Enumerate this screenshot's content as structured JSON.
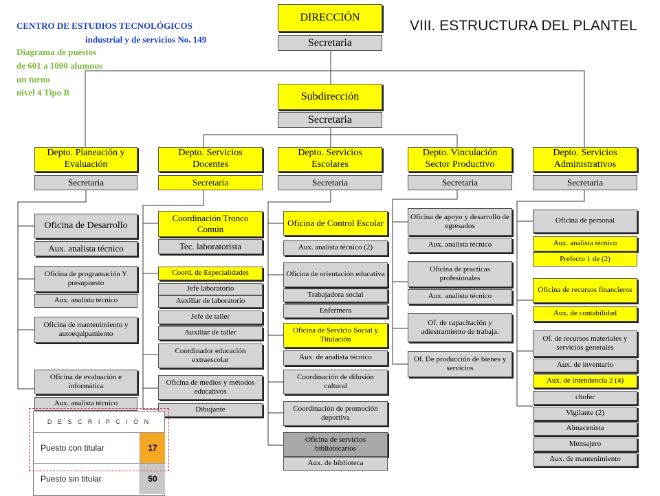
{
  "header": {
    "line1": "CENTRO DE ESTUDIOS TECNOLÓGICOS",
    "line2": "industrial y de servicios No. 149",
    "desc": [
      "Diagrama de puestos",
      "de 601 a 1000 alumnos",
      "un turno",
      "nivel 4 Tipo B"
    ],
    "title": "VIII. ESTRUCTURA DEL PLANTEL"
  },
  "colors": {
    "header_blue": "#1a3fc7",
    "header_green": "#7ab83a",
    "yellow": "#ffff00",
    "gray": "#d4d4d4",
    "dark_gray": "#a8a8a8"
  },
  "top": {
    "direccion": "DIRECCIÓN",
    "secretaria1": "Secretaria",
    "subdireccion": "Subdirección",
    "secretaria2": "Secretaria"
  },
  "departments": [
    {
      "name": "Depto. Planeación y Evaluación",
      "secretaria": "Secretaria",
      "items": [
        "Oficina de Desarrollo",
        "Aux. analista técnico",
        "Oficina de programación Y presupuesto",
        "Aux. analista técnico",
        "Oficina de mantenimiento y autoequipamiento",
        "Oficina de evaluación e informática",
        "Aux. analista técnico"
      ]
    },
    {
      "name": "Depto. Servicios Docentes",
      "secretaria": "Secretaria",
      "items": [
        "Coordinación Tronco Común",
        "Tec. laboratorista",
        "Coord. de Especialidades",
        "Jefe laboratorio",
        "Auxiliar de laboratorio",
        "Jefe de taller",
        "Auxiliar de taller",
        "Coordinador educación extraescolar",
        "Oficina de medios y métodos educativos",
        "Dibujante"
      ]
    },
    {
      "name": "Depto. Servicios Escolares",
      "secretaria": "Secretaria",
      "items": [
        "Oficina de Control Escolar",
        "Aux. analista técnico (2)",
        "Oficina de orientación educativa",
        "Trabajadora social",
        "Enfermera",
        "Oficina de Servicio Social y Titulación",
        "Aux. de analista técnico",
        "Coordinación de difusión cultural",
        "Coordinación de promoción deportiva",
        "Oficina de servicios bibliotecarios",
        "Aux. de biblioteca"
      ]
    },
    {
      "name": "Depto. Vinculación Sector Productivo",
      "secretaria": "Secretaria",
      "items": [
        "Oficina de apoyo y desarrollo de egresados",
        "Aux. analista técnico",
        "Oficina de practicas profesionales",
        "Aux. analista técnico",
        "Of. de capacitación y adiestramiento de trabaja.",
        "Of. De producción de bienes y servicios"
      ]
    },
    {
      "name": "Depto. Servicios Administrativos",
      "secretaria": "Secretaria",
      "items": [
        "Oficina de personal",
        "Aux. analista técnico",
        "Prefecto 1 de (2)",
        "Oficina de recursos financieros",
        "Aux. de contabilidad",
        "Of. de recursos materiales y servicios generales",
        "Aux. de inventario",
        "Aux. de intendencia 2 (4)",
        "chofer",
        "Vigilante (2)",
        "Almacenista",
        "Mensajero",
        "Aux. de mantenimiento"
      ]
    }
  ],
  "legend": {
    "heading": "D E S C R I P C I Ó N",
    "rows": [
      {
        "label": "Puesto con titular",
        "value": "17"
      },
      {
        "label": "Puesto sin titular",
        "value": "50"
      }
    ]
  }
}
